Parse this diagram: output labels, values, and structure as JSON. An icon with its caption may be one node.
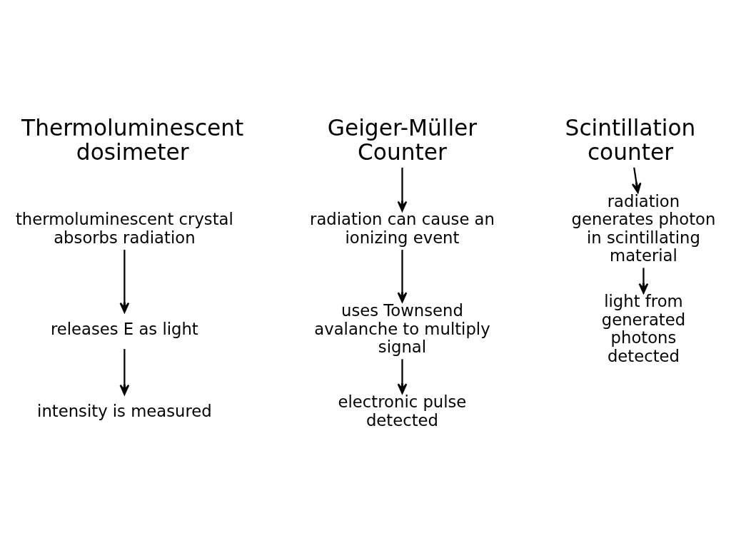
{
  "diagram": {
    "nodes": [
      {
        "text": [
          "thermoluminescent crystal absorbs radiation"
        ]
      },
      {
        "text": [
          "releases E as light"
        ]
      },
      {
        "text": [
          "intensity is measured"
        ]
      },
      {
        "text": [
          "Geiger-Müller Counter"
        ]
      },
      {
        "text": [
          "radiation can cause an ionizing event"
        ]
      },
      {
        "text": [
          "uses Townsend avalanche to multiply signal"
        ]
      },
      {
        "text": [
          "electronic pulse detected"
        ]
      },
      {
        "text": [
          "Scintillation counter"
        ]
      },
      {
        "text": [
          "radiation generates photon in scintillating material"
        ]
      },
      {
        "text": [
          "light from generated photons detected"
        ]
      }
    ],
    "edges": [
      {
        "from": 0,
        "to": 1,
        "arrow": "to"
      },
      {
        "from": 1,
        "to": 2,
        "arrow": "to"
      },
      {
        "from": 3,
        "to": 4,
        "arrow": "to"
      },
      {
        "from": 4,
        "to": 5,
        "arrow": "to"
      },
      {
        "from": 5,
        "to": 6,
        "arrow": "to"
      },
      {
        "from": 7,
        "to": 8,
        "arrow": "to"
      },
      {
        "from": 8,
        "to": 9,
        "arrow": "to"
      }
    ],
    "labels": [
      "Thermoluminescent dosimeter"
    ]
  }
}
